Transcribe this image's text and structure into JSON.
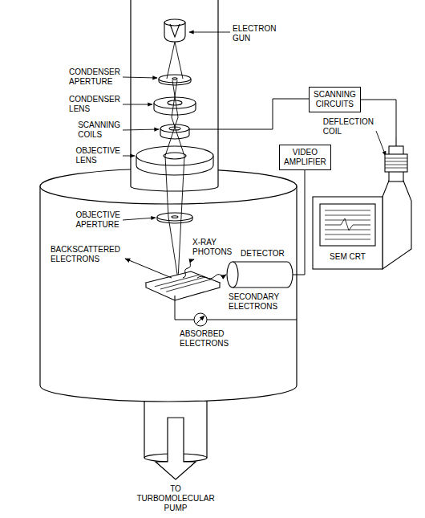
{
  "diagram": {
    "nodes": [
      {
        "text": [
          "SCANNING CIRCUITS"
        ]
      },
      {
        "text": [
          "VIDEO AMPLIFIER"
        ]
      },
      {
        "text": [
          "SEM CRT"
        ]
      }
    ],
    "edges": [
      {
        "from": 0,
        "to": 2,
        "arrow": "none"
      }
    ],
    "labels": [
      "ELECTRON GUN",
      "CONDENSER APERTURE",
      "CONDENSER LENS",
      "SCANNING COILS",
      "OBJECTIVE LENS",
      "OBJECTIVE APERTURE",
      "DEFLECTION COIL",
      "BACKSCATTERED ELECTRONS",
      "X-RAY PHOTONS",
      "DETECTOR",
      "SECONDARY ELECTRONS",
      "ABSORBED ELECTRONS",
      "TO TURBOMOLECULAR PUMP"
    ]
  }
}
